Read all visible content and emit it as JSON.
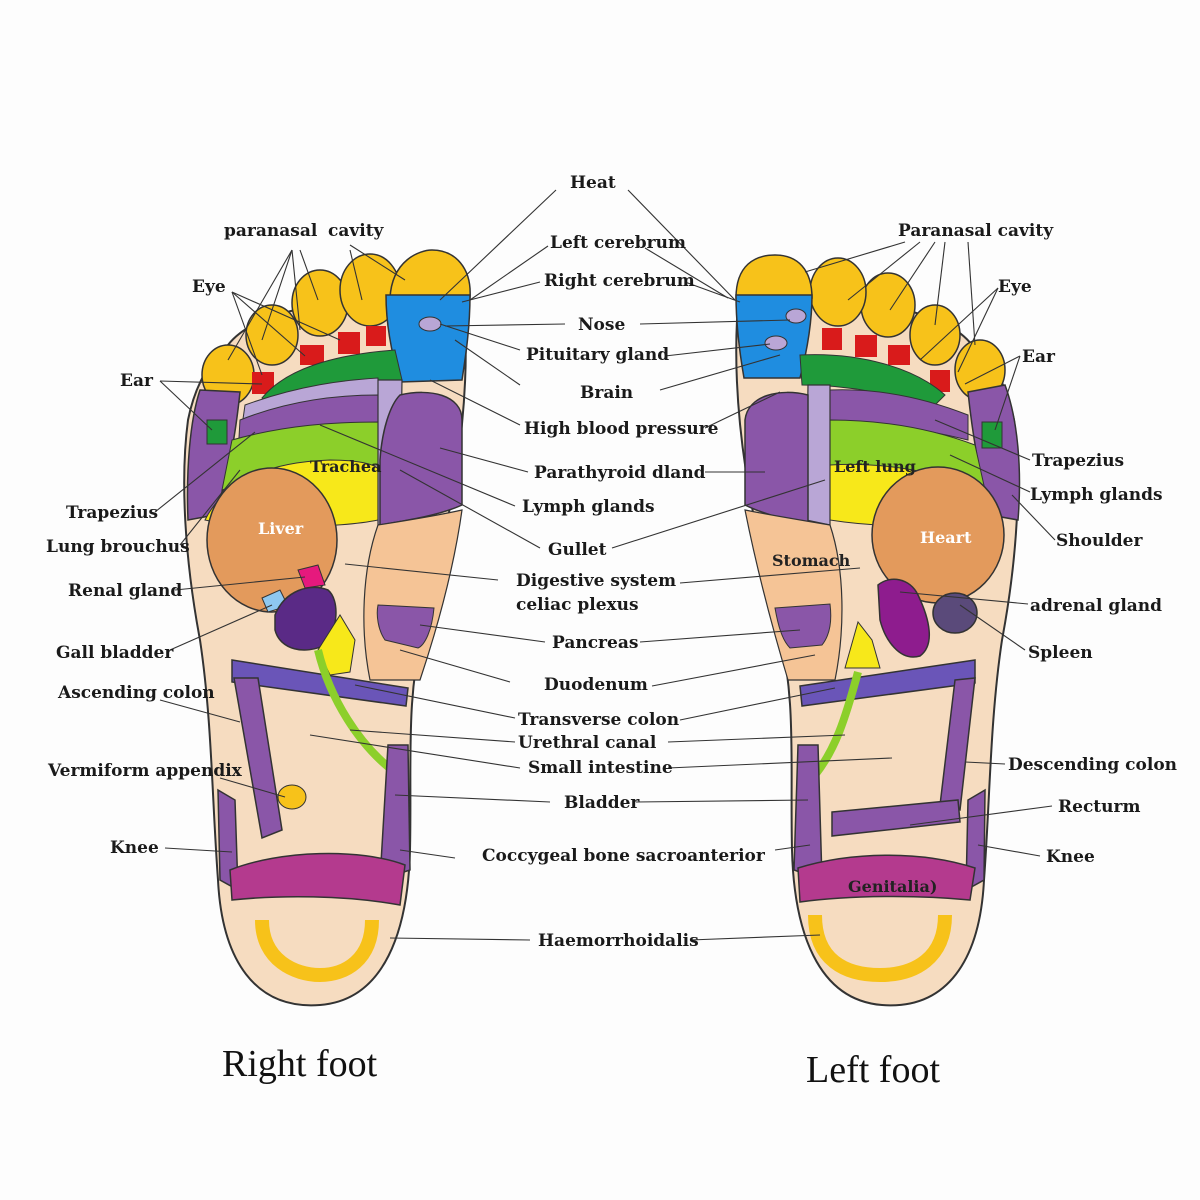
{
  "colors": {
    "skin": "#f6dcc0",
    "toe_yellow": "#f7c21a",
    "sinus_red": "#d91b1b",
    "brain_blue": "#1f8de0",
    "green_dark": "#1f9a3a",
    "green_light": "#8ccf2a",
    "purple": "#8a56a8",
    "lavender": "#b9a6d6",
    "yellow": "#f7e81a",
    "orange": "#e39a5c",
    "magenta": "#b43a8e",
    "pink": "#e6197d",
    "light_blue": "#8ec8f0",
    "dark_purple": "#5a2a86",
    "blue_purple": "#6a55b8",
    "peach": "#f5c496"
  },
  "captions": {
    "right_foot": "Right foot",
    "left_foot": "Left foot"
  },
  "zone_labels": {
    "trachea": "Trachea",
    "liver": "Liver",
    "left_lung": "Left lung",
    "stomach": "Stomach",
    "heart": "Heart",
    "genitalia": "Genitalia)"
  },
  "labels": {
    "center": {
      "heat": "Heat",
      "left_cerebrum": "Left cerebrum",
      "right_cerebrum": "Right cerebrum",
      "nose": "Nose",
      "pituitary_gland": "Pituitary gland",
      "brain": "Brain",
      "high_blood_pressure": "High blood pressure",
      "parathyroid_gland": "Parathyroid dland",
      "lymph_glands": "Lymph glands",
      "gullet": "Gullet",
      "digestive_system": "Digestive system",
      "celiac_plexus": "celiac plexus",
      "pancreas": "Pancreas",
      "duodenum": "Duodenum",
      "transverse_colon": "Transverse colon",
      "urethral_canal": "Urethral canal",
      "small_intestine": "Small intestine",
      "bladder": "Bladder",
      "coccygeal": "Coccygeal bone sacroanterior",
      "haemorrhoidalis": "Haemorrhoidalis"
    },
    "right_side": {
      "paranasal": "paranasal",
      "cavity": "cavity",
      "eye": "Eye",
      "ear": "Ear",
      "trapezius": "Trapezius",
      "lung_brouchus": "Lung brouchus",
      "renal_gland": "Renal gland",
      "gall_bladder": "Gall bladder",
      "ascending_colon": "Ascending colon",
      "vermiform_appendix": "Vermiform appendix",
      "knee": "Knee"
    },
    "left_side": {
      "paranasal_cavity": "Paranasal cavity",
      "eye": "Eye",
      "ear": "Ear",
      "trapezius": "Trapezius",
      "lymph_glands": "Lymph glands",
      "shoulder": "Shoulder",
      "adrenal_gland": "adrenal gland",
      "spleen": "Spleen",
      "descending_colon": "Descending colon",
      "recturm": "Recturm",
      "knee": "Knee"
    }
  }
}
